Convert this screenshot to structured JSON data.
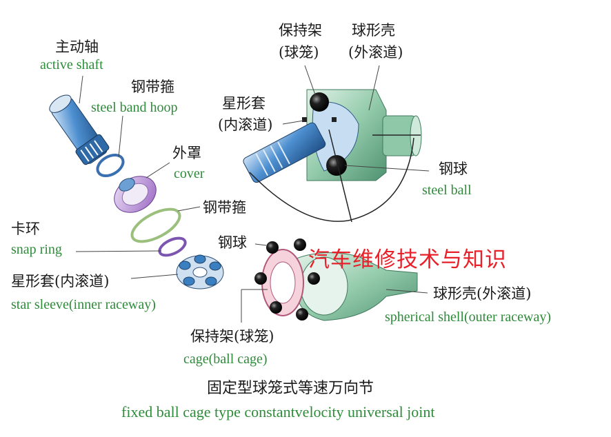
{
  "labels": {
    "active_shaft_zh": "主动轴",
    "active_shaft_en": "active shaft",
    "steel_band_hoop_zh": "钢带箍",
    "steel_band_hoop_en": "steel band hoop",
    "cover_zh": "外罩",
    "cover_en": "cover",
    "steel_band_hoop2_zh": "钢带箍",
    "snap_ring_zh": "卡环",
    "snap_ring_en": "snap ring",
    "star_sleeve_zh": "星形套(内滚道)",
    "star_sleeve_en": "star sleeve(inner raceway)",
    "cage_top_zh": "保持架",
    "cage_top_zh2": "(球笼)",
    "shell_top_zh": "球形壳",
    "shell_top_zh2": "(外滚道)",
    "star_top_zh": "星形套",
    "star_top_zh2": "(内滚道)",
    "steel_ball_zh": "钢球",
    "steel_ball_en": "steel ball",
    "steel_ball2_zh": "钢球",
    "cage_bottom_zh": "保持架(球笼)",
    "cage_bottom_en": "cage(ball cage)",
    "shell_bottom_zh": "球形壳(外滚道)",
    "shell_bottom_en": "spherical shell(outer raceway)"
  },
  "watermark": "汽车维修技术与知识",
  "caption": {
    "zh": "固定型球笼式等速万向节",
    "en": "fixed ball cage type constantvelocity universal joint"
  },
  "colors": {
    "shaft_blue": "#3a7fc0",
    "shell_green": "#8fc8a8",
    "cage_pink": "#e9a3b8",
    "cover_purple": "#b58ad0",
    "label_green": "#2e8b3a",
    "watermark_red": "#e8202a"
  }
}
